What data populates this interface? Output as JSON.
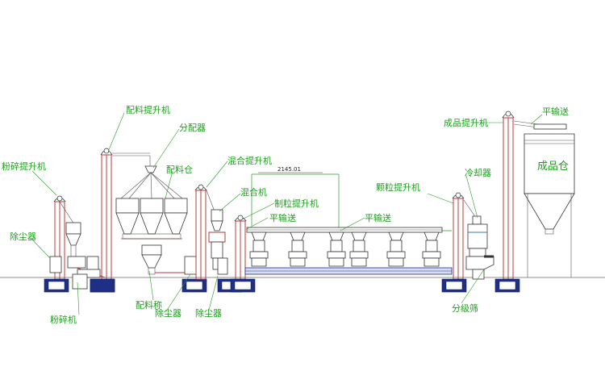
{
  "labels": {
    "fensui_tishengji": "粉碎提升机",
    "chuchenqi_left": "除尘器",
    "fensuiji": "粉碎机",
    "peiliao_tishengji": "配料提升机",
    "fenpeiqi": "分配器",
    "peiliaocang": "配料仓",
    "peiliaocheng": "配料称",
    "chuchenqi_mid1": "除尘器",
    "chuchenqi_mid2": "除尘器",
    "hunhe_tishengji": "混合提升机",
    "hunheji": "混合机",
    "zhili_tishengji": "制粒提升机",
    "pingshusong_left": "平输送",
    "pingshusong_mid": "平输送",
    "keli_tishengji": "颗粒提升机",
    "lengqueqi": "冷却器",
    "chengpin_tishengji": "成品提升机",
    "pingshusong_top": "平输送",
    "chengpincang": "成品仓",
    "fenjishai": "分级筛",
    "dimension": "2145.01"
  },
  "colors": {
    "label_green": "#1aa11a",
    "elevator_red": "#b43c3c",
    "base_blue": "#1f2f86",
    "line_green": "#2a9a2a"
  }
}
